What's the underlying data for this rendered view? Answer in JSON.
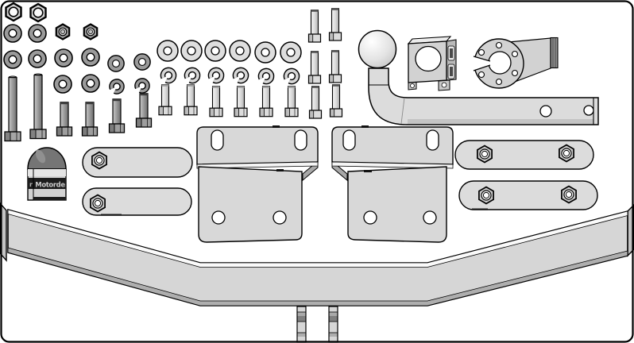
{
  "figure": {
    "type": "technical-parts-diagram",
    "subject": "towbar-fitting-kit"
  },
  "ball_cover": {
    "logo_text": "Motorde",
    "edge_text": "r"
  },
  "colors": {
    "background": "#ffffff",
    "outline": "#000000",
    "part_light": "#dcdcdc",
    "part_mid": "#c0c0c0",
    "part_dark": "#9a9a9a",
    "cover_dome": "#757575",
    "cover_band": "#1c1c1c"
  },
  "parts": {
    "hex_nuts_large": 2,
    "hex_nuts_small": 2,
    "flat_washers_dark": 10,
    "spring_washers_dark": 2,
    "flat_washers_large": 6,
    "spring_washers_light": 6,
    "hex_bolts_long": 2,
    "hex_bolts_medium_dark": 4,
    "hex_bolts_short": 6,
    "hex_bolts_paired": 6,
    "tow_ball_swan_neck": 1,
    "ball_clamp_block": 1,
    "socket_mounting_plate": 1,
    "ball_cover": 1,
    "spacer_plates_single_nut": 2,
    "spacer_plates_double_nut": 2,
    "mounting_brackets": 2,
    "crossmember": 1,
    "threaded_studs": 2
  }
}
